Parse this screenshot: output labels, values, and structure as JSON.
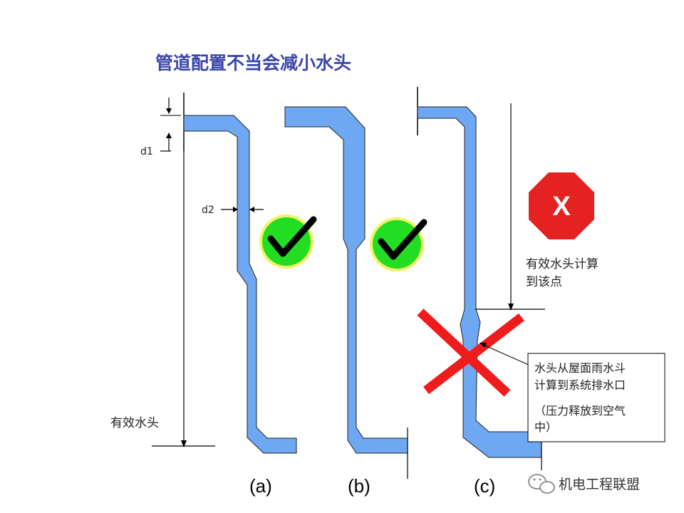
{
  "title": "管道配置不当会减小水头",
  "labels": {
    "d1": "d1",
    "d2": "d2",
    "effective_head": "有效水头",
    "head_calc_line1": "有效水头计算",
    "head_calc_line2": "到该点",
    "octagon_mark": "X"
  },
  "callout": {
    "line1": "水头从屋面雨水斗",
    "line2": "计算到系统排水口",
    "line3": "（压力释放到空气",
    "line4": "中）"
  },
  "captions": {
    "a": "(a)",
    "b": "(b)",
    "c": "(c)"
  },
  "watermark": "机电工程联盟",
  "colors": {
    "pipe": "#6ea8f2",
    "check_bg": "#22dd22",
    "check_ring": "#f3f36a",
    "stop_red": "#e52222",
    "cross_red": "#ee1c1c",
    "title": "#3a47a8"
  },
  "icons": {
    "check_a": "check-icon",
    "check_b": "check-icon",
    "stop": "stop-octagon-icon",
    "cross": "cross-icon",
    "watermark_logo": "wechat-icon"
  }
}
